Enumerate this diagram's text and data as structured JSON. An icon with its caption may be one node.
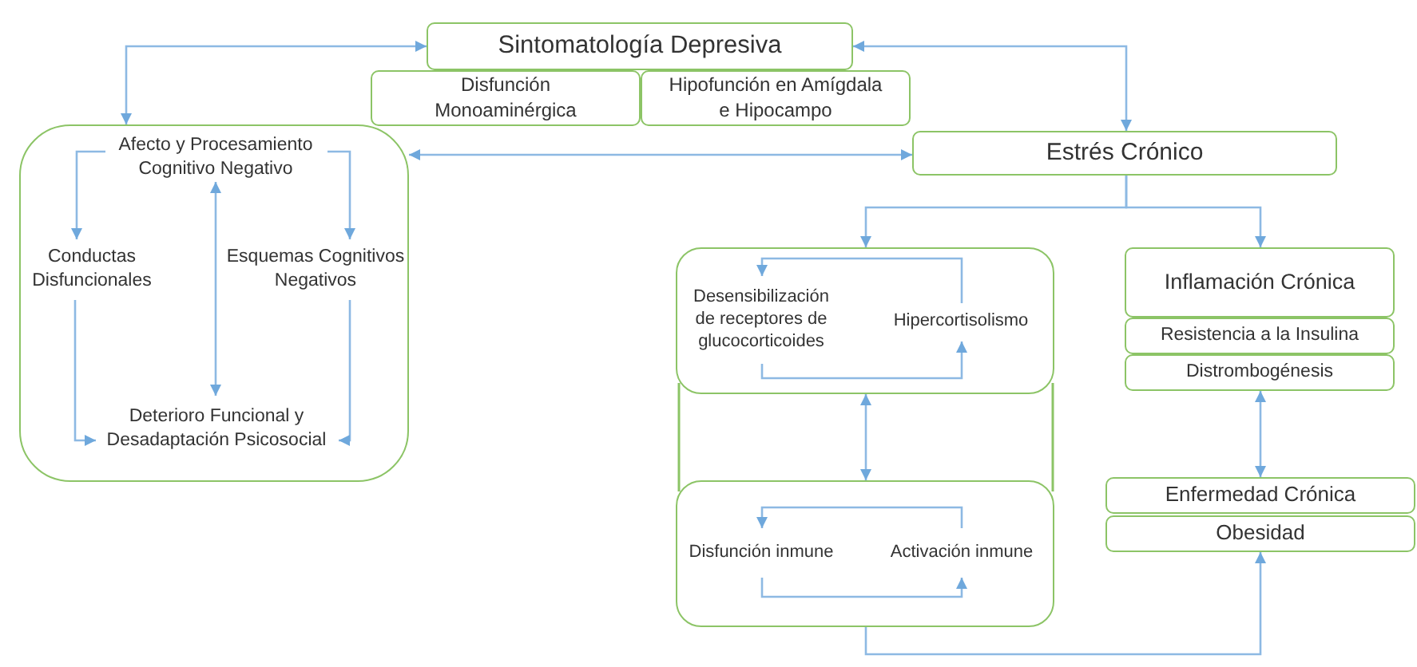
{
  "diagram": {
    "nodes": [
      {
        "text": [
          "Sintomatología Depresiva"
        ]
      },
      {
        "text": [
          "Disfunción Monoaminérgica"
        ]
      },
      {
        "text": [
          "Hipofunción en Amígdala e Hipocampo"
        ]
      },
      {
        "text": [],
        "shape": "box"
      },
      {
        "text": [
          "Afecto y Procesamiento Cognitivo Negativo"
        ],
        "in": 3
      },
      {
        "text": [
          "Conductas Disfuncionales"
        ],
        "in": 3
      },
      {
        "text": [
          "Esquemas Cognitivos Negativos"
        ],
        "in": 3
      },
      {
        "text": [
          "Deterioro Funcional y Desadaptación Psicosocial"
        ],
        "in": 3
      },
      {
        "text": [
          "Estrés Crónico"
        ]
      },
      {
        "text": [],
        "shape": "box"
      },
      {
        "text": [
          "Desensibilización de receptores de glucocorticoides"
        ],
        "in": 9
      },
      {
        "text": [
          "Hipercortisolismo"
        ],
        "in": 9
      },
      {
        "text": [],
        "shape": "box"
      },
      {
        "text": [
          "Disfunción inmune"
        ],
        "in": 12
      },
      {
        "text": [
          "Activación inmune"
        ],
        "in": 12
      },
      {
        "text": [
          "Inflamación Crónica"
        ]
      },
      {
        "text": [
          "Resistencia a la Insulina"
        ]
      },
      {
        "text": [
          "Distrombogénesis"
        ]
      },
      {
        "text": [
          "Enfermedad Crónica"
        ]
      },
      {
        "text": [
          "Obesidad"
        ]
      }
    ],
    "edges": [
      {
        "from": 0,
        "to": 3,
        "arrow": "both"
      },
      {
        "from": 0,
        "to": 8,
        "arrow": "both"
      },
      {
        "from": 3,
        "to": 8,
        "arrow": "both"
      },
      {
        "from": 4,
        "to": 5,
        "arrow": "to"
      },
      {
        "from": 4,
        "to": 6,
        "arrow": "to"
      },
      {
        "from": 4,
        "to": 7,
        "arrow": "both"
      },
      {
        "from": 5,
        "to": 7,
        "arrow": "to"
      },
      {
        "from": 6,
        "to": 7,
        "arrow": "to"
      },
      {
        "from": 8,
        "to": 9,
        "arrow": "to"
      },
      {
        "from": 8,
        "to": 15,
        "arrow": "to"
      },
      {
        "from": 11,
        "to": 10,
        "arrow": "to"
      },
      {
        "from": 10,
        "to": 11,
        "arrow": "to"
      },
      {
        "from": 9,
        "to": 12,
        "arrow": "both"
      },
      {
        "from": 14,
        "to": 13,
        "arrow": "to"
      },
      {
        "from": 13,
        "to": 14,
        "arrow": "to"
      },
      {
        "from": 12,
        "to": 19,
        "arrow": "to"
      },
      {
        "from": 17,
        "to": 18,
        "arrow": "both"
      }
    ]
  }
}
